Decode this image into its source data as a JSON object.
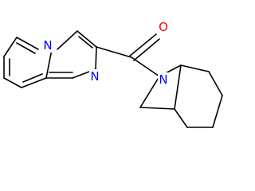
{
  "molecule": {
    "atoms": {
      "o1": {
        "symbol": "O",
        "color": "#ff0000"
      },
      "n_bridge": {
        "symbol": "N",
        "color": "#0000ff"
      },
      "n_imidazole": {
        "symbol": "N",
        "color": "#0000ff"
      },
      "n_amide": {
        "symbol": "N",
        "color": "#0000ff"
      }
    },
    "bond_color": "#000000"
  }
}
